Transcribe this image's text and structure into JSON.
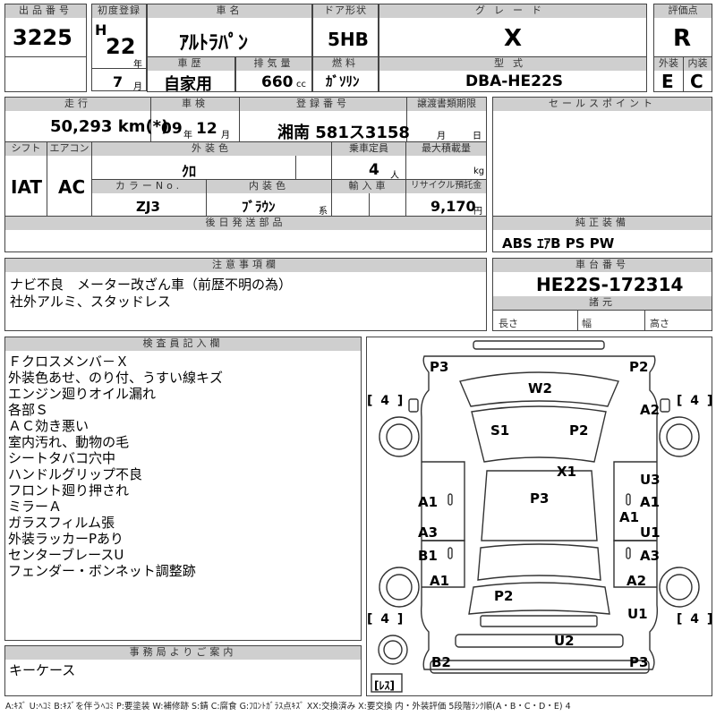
{
  "headers": {
    "lot_no": "出品番号",
    "first_reg": "初度登録",
    "car_name": "車名",
    "door": "ドア形状",
    "grade": "グレード",
    "score": "評価点",
    "inspection": "車検",
    "displacement": "排気量",
    "fuel": "燃料",
    "model_code": "型式",
    "exterior": "外装",
    "interior": "内装",
    "history": "車歴",
    "mileage": "走行",
    "shaken": "車検",
    "plate": "登録番号",
    "transfer_deadline": "譲渡書類期限",
    "shift": "シフト",
    "ac": "エアコン",
    "ext_color": "外装色",
    "capacity": "乗車定員",
    "max_load": "最大積載量",
    "color_no": "カラーNo.",
    "int_color": "内装色",
    "import": "輸入車",
    "recycle": "リサイクル預託金",
    "later_parts": "後日発送部品",
    "sales_points": "セールスポイント",
    "genuine_equip": "純正装備",
    "caution": "注意事項欄",
    "chassis": "車台番号",
    "specs": "諸元",
    "inspector": "検査員記入欄",
    "office": "事務局よりご案内"
  },
  "vehicle": {
    "lot_number": "3225",
    "era": "H",
    "year": "22",
    "year_unit": "年",
    "month": "7",
    "month_unit": "月",
    "car_name": "ｱﾙﾄﾗﾊﾟﾝ",
    "door_type": "5HB",
    "grade": "X",
    "score": "R",
    "history": "自家用",
    "displacement": "660",
    "displacement_unit": "cc",
    "fuel": "ｶﾞｿﾘﾝ",
    "model_code": "DBA-HE22S",
    "exterior_score": "E",
    "interior_score": "C",
    "mileage": "50,293 km(*)",
    "shaken_year": "09",
    "shaken_year_unit": "年",
    "shaken_month": "12",
    "shaken_month_unit": "月",
    "plate": "湘南 581ス3158",
    "transfer_month": "月",
    "transfer_day": "日",
    "shift": "IAT",
    "ac": "AC",
    "ext_color": "ｸﾛ",
    "capacity": "4",
    "capacity_unit": "人",
    "max_load_unit": "kg",
    "color_no": "ZJ3",
    "int_color": "ﾌﾞﾗｳﾝ",
    "int_color_suffix": "系",
    "recycle_fee": "9,170",
    "recycle_unit": "円",
    "genuine_equip": "ABS ｴｱB PS PW",
    "chassis_number": "HE22S-172314",
    "length_label": "長さ",
    "width_label": "幅",
    "height_label": "高さ"
  },
  "caution_notes": [
    "ナビ不良　メーター改ざん車（前歴不明の為）",
    "社外アルミ、スタッドレス"
  ],
  "inspector_notes": [
    "Ｆクロスメンバ－Ｘ",
    "外装色あせ、のり付、うすい線キズ",
    "エンジン廻りオイル漏れ",
    "各部Ｓ",
    "ＡＣ効き悪い",
    "室内汚れ、動物の毛",
    "シートタバコ穴中",
    "ハンドルグリップ不良",
    "フロント廻り押され",
    "ミラーＡ",
    "ガラスフィルム張",
    "外装ラッカーPあり",
    "センターブレースU",
    "フェンダー・ボンネット調整跡"
  ],
  "office_notes": [
    "キーケース"
  ],
  "diagram": {
    "tire_labels": [
      "[ 4 ]",
      "[ 4 ]",
      "[ 4 ]",
      "[ 4 ]"
    ],
    "spare_label": "[ﾚｽ]",
    "marks": [
      "P3",
      "P2",
      "W2",
      "A2",
      "S1",
      "P2",
      "X1",
      "U3",
      "A1",
      "A1",
      "P3",
      "A1",
      "A3",
      "U1",
      "B1",
      "A3",
      "A1",
      "A2",
      "P2",
      "U1",
      "U2",
      "B2",
      "P3"
    ]
  },
  "legend": "A:ｷｽﾞ U:ﾍｺﾐ B:ｷｽﾞを伴うﾍｺﾐ P:要塗装 W:補修跡 S:錆 C:腐食 G:ﾌﾛﾝﾄｶﾞﾗｽ点ｷｽﾞ XX:交換済み X:要交換 内・外装評価 5段階ﾗﾝｸ順(A・B・C・D・E) 4"
}
